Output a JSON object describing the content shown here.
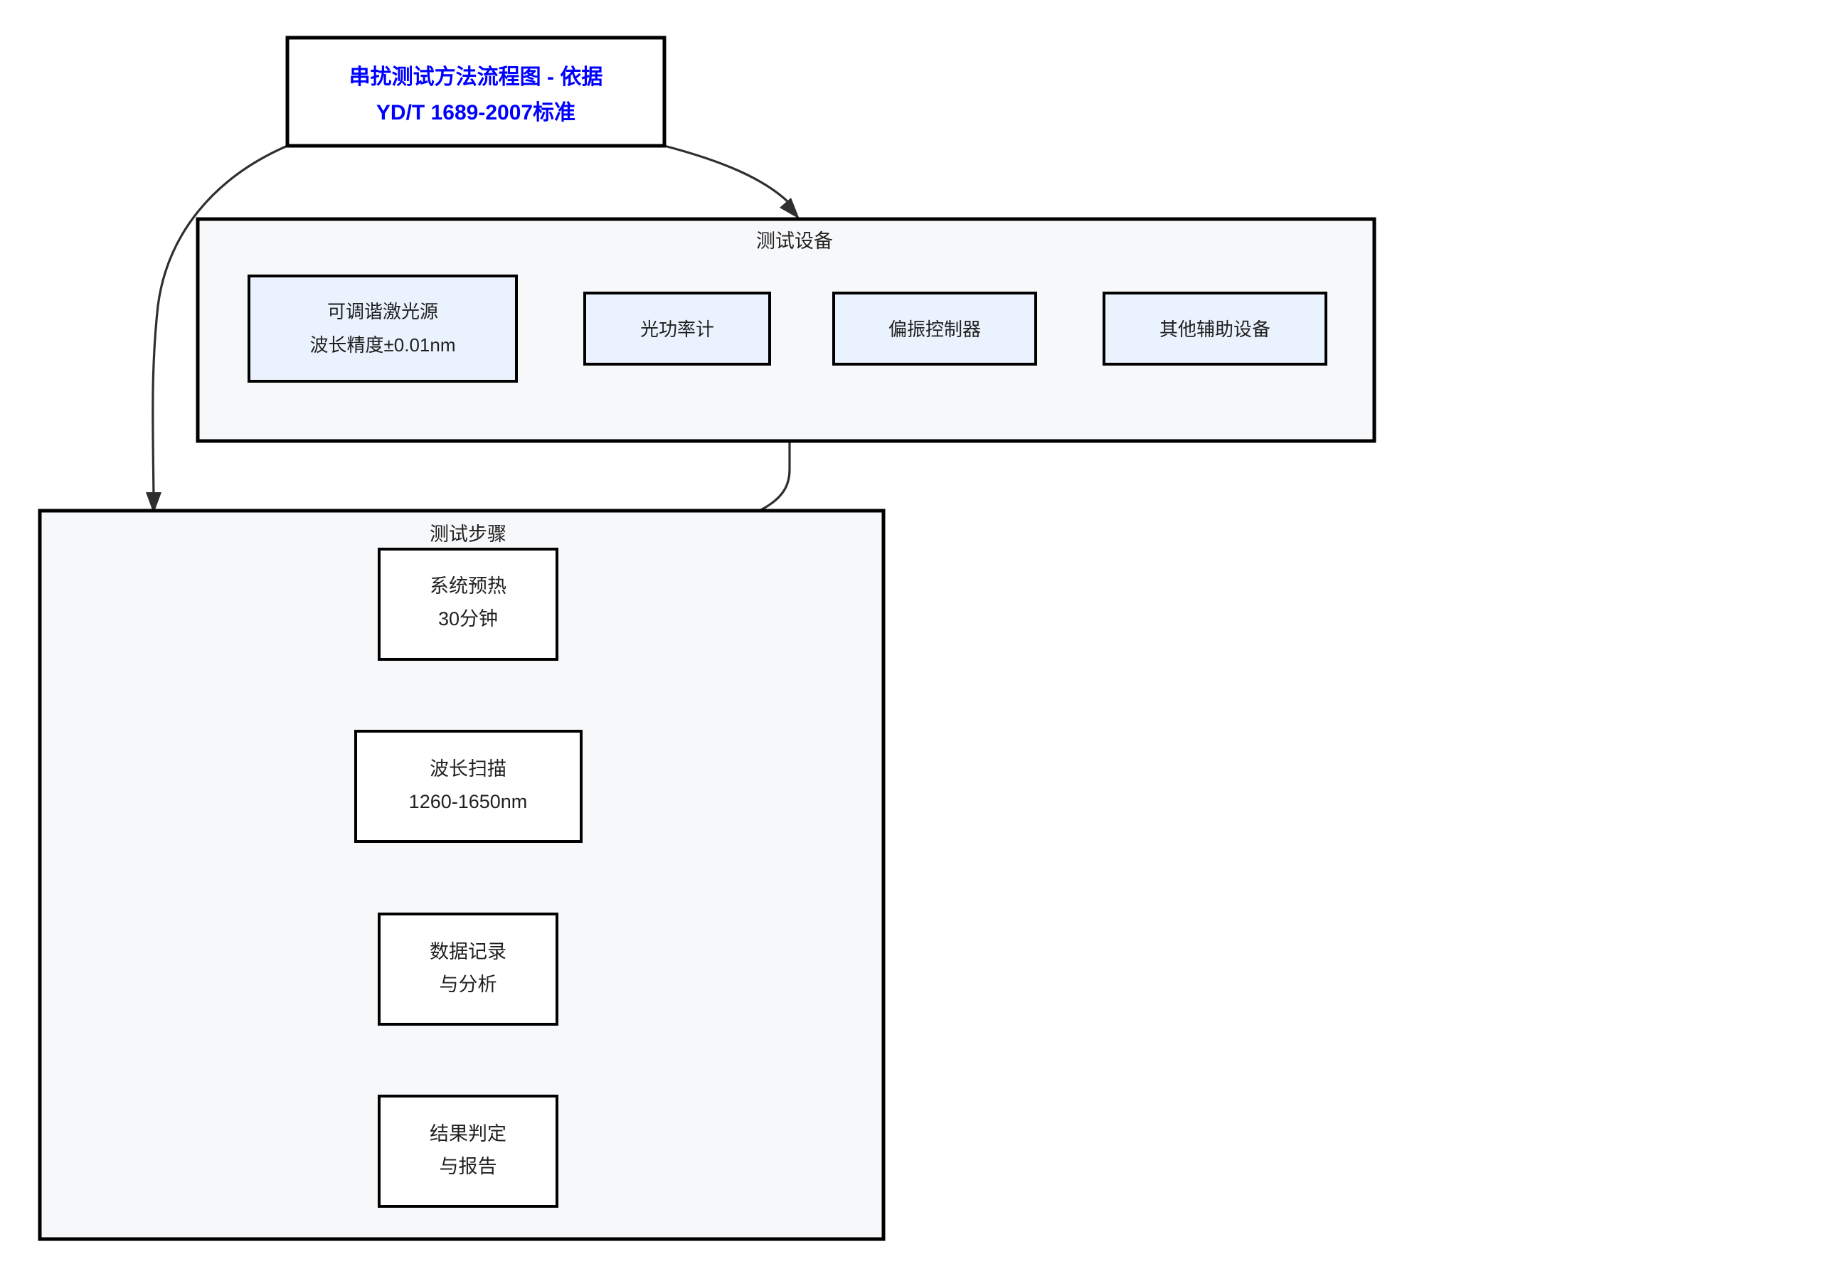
{
  "diagram": {
    "title_box": {
      "line1": "串扰测试方法流程图 - 依据",
      "line2": "YD/T 1689-2007标准",
      "text_color": "#0000ff",
      "border_color": "#000000",
      "fill": "#ffffff"
    },
    "equipment_group": {
      "label": "测试设备",
      "fill": "#f7f8fa",
      "border_color": "#000000",
      "items": [
        {
          "line1": "可调谐激光源",
          "line2": "波长精度±0.01nm",
          "fill": "#eaf3fd"
        },
        {
          "line1": "光功率计",
          "line2": "",
          "fill": "#eaf3fd"
        },
        {
          "line1": "偏振控制器",
          "line2": "",
          "fill": "#eaf3fd"
        },
        {
          "line1": "其他辅助设备",
          "line2": "",
          "fill": "#eaf3fd"
        }
      ]
    },
    "steps_group": {
      "label": "测试步骤",
      "fill": "#f7f8fa",
      "border_color": "#000000",
      "items": [
        {
          "line1": "系统预热",
          "line2": "30分钟",
          "fill": "#ffffff"
        },
        {
          "line1": "波长扫描",
          "line2": "1260-1650nm",
          "fill": "#ffffff"
        },
        {
          "line1": "数据记录",
          "line2": "与分析",
          "fill": "#ffffff"
        },
        {
          "line1": "结果判定",
          "line2": "与报告",
          "fill": "#ffffff"
        }
      ]
    },
    "connectors": {
      "stroke_color": "#2f2f2f",
      "edges": [
        {
          "from": "title_box",
          "to": "steps_group"
        },
        {
          "from": "title_box",
          "to": "equipment_group"
        },
        {
          "from": "equipment_group",
          "to": "step_warmup"
        },
        {
          "from": "step_warmup",
          "to": "step_scan"
        },
        {
          "from": "step_scan",
          "to": "step_record"
        },
        {
          "from": "step_record",
          "to": "step_report"
        }
      ]
    }
  }
}
